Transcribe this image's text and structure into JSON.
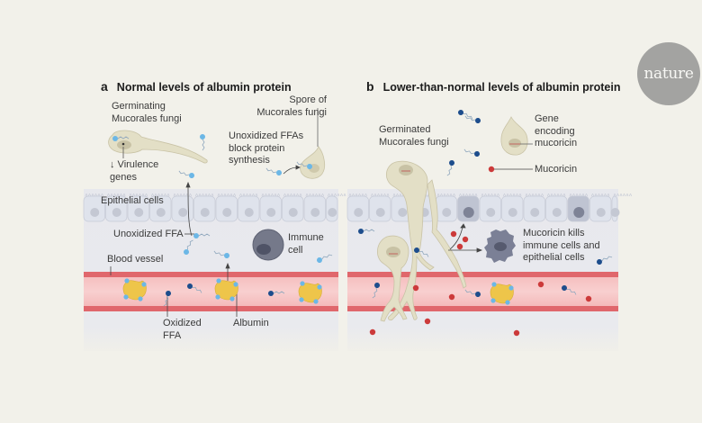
{
  "logo": {
    "text": "nature"
  },
  "panel_a": {
    "letter": "a",
    "title": "Normal levels of albumin protein",
    "labels": {
      "germinating_fungi": [
        "Germinating",
        "Mucorales fungi"
      ],
      "virulence": [
        "↓ Virulence",
        "genes"
      ],
      "unoxidized_ffas_block": [
        "Unoxidized FFAs",
        "block protein",
        "synthesis"
      ],
      "spore": [
        "Spore of",
        "Mucorales fungi"
      ],
      "epithelial_cells": "Epithelial cells",
      "unoxidized_ffa": "Unoxidized FFA",
      "immune_cell": [
        "Immune",
        "cell"
      ],
      "blood_vessel": "Blood vessel",
      "oxidized_ffa": [
        "Oxidized",
        "FFA"
      ],
      "albumin": "Albumin"
    }
  },
  "panel_b": {
    "letter": "b",
    "title": "Lower-than-normal levels of albumin protein",
    "labels": {
      "germinated_fungi": [
        "Germinated",
        "Mucorales fungi"
      ],
      "gene_encoding": [
        "Gene",
        "encoding",
        "mucoricin"
      ],
      "mucoricin": "Mucoricin",
      "mucoricin_kills": [
        "Mucoricin kills",
        "immune cells and",
        "epithelial cells"
      ]
    }
  },
  "colors": {
    "background": "#f2f1ea",
    "tissue": "#e6e7ec",
    "epithelium": "#dfe3ec",
    "vessel_wall": "#e0676c",
    "vessel_lumen": "#f6c3c3",
    "fungus": "#e3dfc6",
    "albumin": "#eec54a",
    "unoxidized_ffa": "#6cb7e6",
    "oxidized_ffa": "#1d4d8c",
    "mucoricin": "#cc3a3a",
    "immune_cell": "#7b7f8f"
  }
}
